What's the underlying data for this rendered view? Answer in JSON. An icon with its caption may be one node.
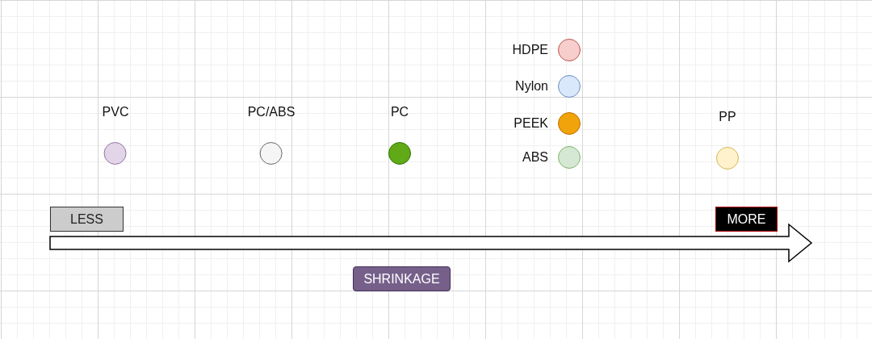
{
  "diagram": {
    "nodes": [
      {
        "text": [
          "HDPE"
        ]
      },
      {
        "text": [
          "Nylon"
        ]
      },
      {
        "text": [
          "PVC"
        ]
      },
      {
        "text": [
          "PC/ABS"
        ]
      },
      {
        "text": [
          "PC"
        ]
      },
      {
        "text": [
          "PP"
        ]
      },
      {
        "text": [
          "PEEK"
        ]
      },
      {
        "text": [
          "ABS"
        ]
      },
      {
        "text": [
          "LESS"
        ]
      },
      {
        "text": [
          "MORE"
        ]
      },
      {
        "text": [
          "SHRINKAGE"
        ]
      }
    ]
  }
}
